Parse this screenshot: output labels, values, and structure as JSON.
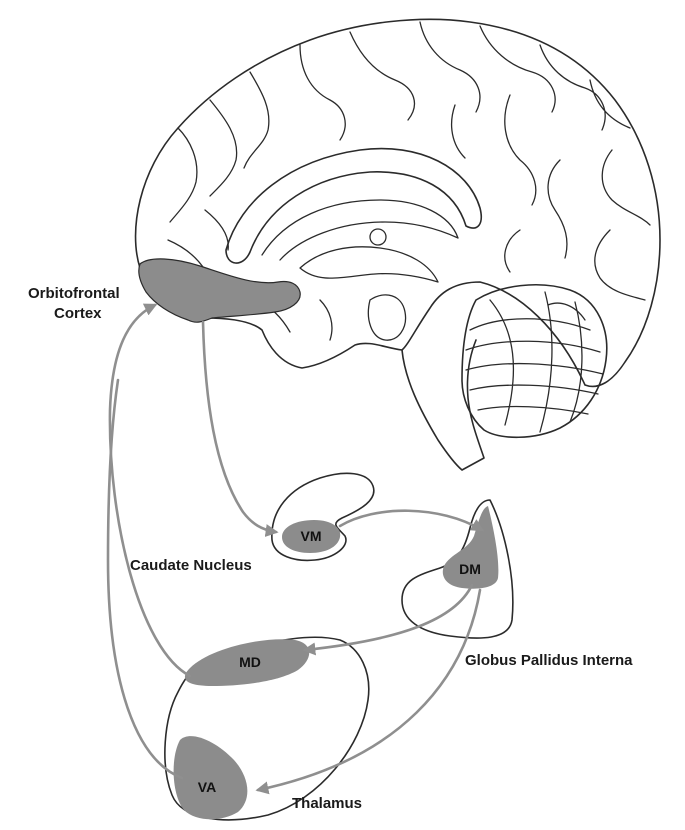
{
  "labels": {
    "orbitofrontal_line1": "Orbitofrontal",
    "orbitofrontal_line2": "Cortex",
    "caudate_nucleus": "Caudate Nucleus",
    "globus_pallidus": "Globus Pallidus Interna",
    "thalamus": "Thalamus"
  },
  "regions": {
    "vm": "VM",
    "dm": "DM",
    "md": "MD",
    "va": "VA"
  },
  "colors": {
    "highlight": "#8c8c8c",
    "connection": "#8f8f8f",
    "outline": "#2b2b2b"
  }
}
